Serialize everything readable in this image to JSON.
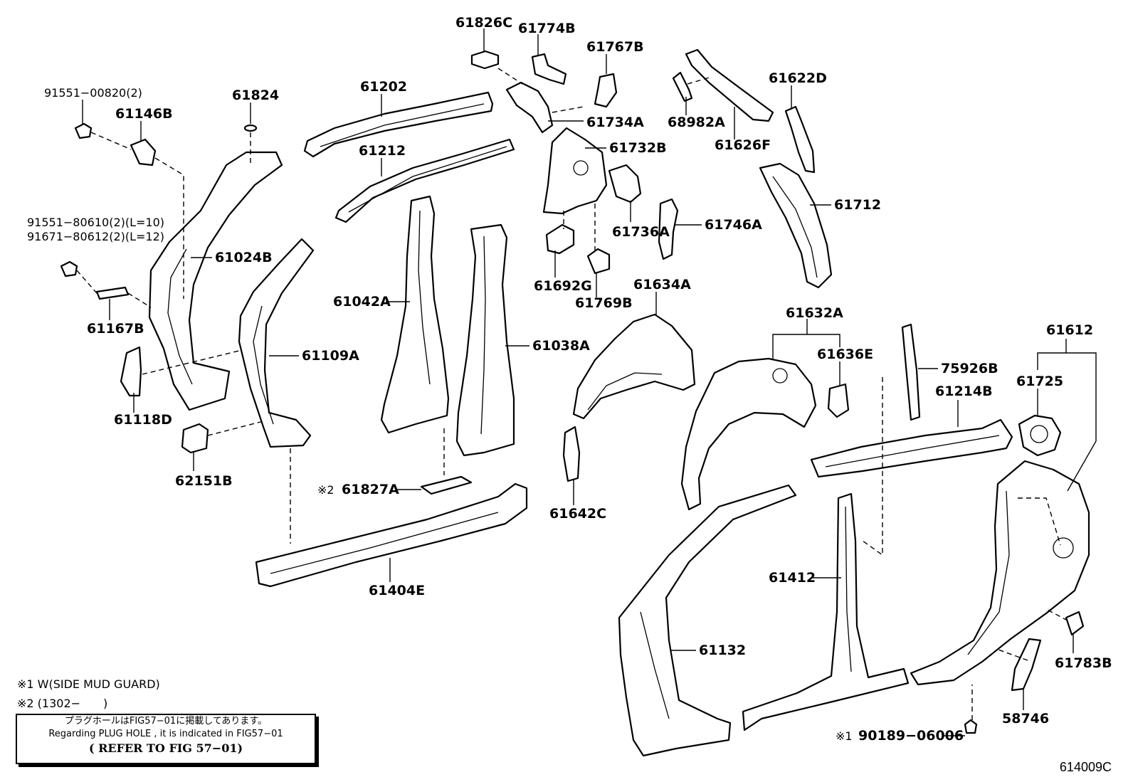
{
  "labels": {
    "p61826C": "61826C",
    "p61774B": "61774B",
    "p61767B": "61767B",
    "p61202": "61202",
    "p61824": "61824",
    "p91551_00820": "91551−00820(2)",
    "p61146B": "61146B",
    "p61734A": "61734A",
    "p68982A": "68982A",
    "p61626F": "61626F",
    "p61622D": "61622D",
    "p61212": "61212",
    "p61732B": "61732B",
    "p91551_80610": "91551−80610(2)(L=10)",
    "p91671_80612": "91671−80612(2)(L=12)",
    "p61024B": "61024B",
    "p61736A": "61736A",
    "p61746A": "61746A",
    "p61712": "61712",
    "p61692G": "61692G",
    "p61769B": "61769B",
    "p61634A": "61634A",
    "p61042A": "61042A",
    "p61167B": "61167B",
    "p61038A": "61038A",
    "p61632A": "61632A",
    "p61612": "61612",
    "p61109A": "61109A",
    "p61636E": "61636E",
    "p75926B": "75926B",
    "p61725": "61725",
    "p61214B": "61214B",
    "p61118D": "61118D",
    "p62151B": "62151B",
    "p61827A": "61827A",
    "p61642C": "61642C",
    "p61412": "61412",
    "p61404E": "61404E",
    "p61132": "61132",
    "p61783B": "61783B",
    "p58746": "58746",
    "p90189_06006": "90189−06006"
  },
  "marks": {
    "note1": "※1",
    "note2": "※2"
  },
  "legend": {
    "line1": "※1 W(SIDE MUD GUARD)",
    "line2": "※2 (1302−　　)"
  },
  "note_box": {
    "line_jp": "プラグホールはFIG57−01に掲載してあります。",
    "line_en": "Regarding PLUG HOLE , it is indicated in FIG57−01",
    "line_ref": "( REFER TO FIG 57−01)"
  },
  "figure_code": "614009C"
}
